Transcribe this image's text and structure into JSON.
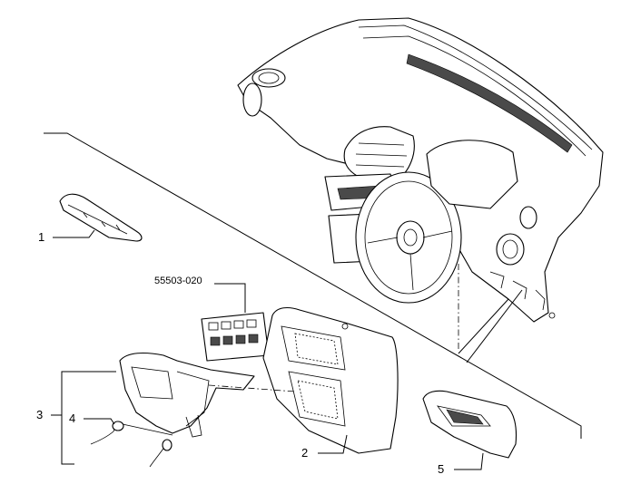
{
  "callouts": {
    "part_1": "1",
    "part_2": "2",
    "part_3": "3",
    "part_4": "4",
    "part_5": "5",
    "part_code": "55503-020"
  },
  "colors": {
    "line": "#000000",
    "background": "#ffffff",
    "shade": "#4a4a4a"
  }
}
